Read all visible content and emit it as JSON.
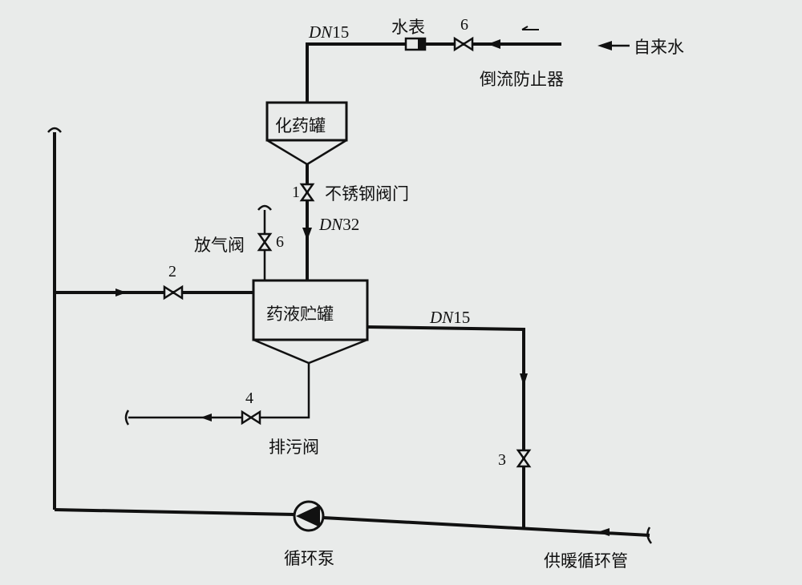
{
  "labels": {
    "tap_water": "自来水",
    "backflow_preventer": "倒流防止器",
    "water_meter": "水表",
    "chem_tank": "化药罐",
    "stainless_valve": "不锈钢阀门",
    "vent_valve": "放气阀",
    "storage_tank": "药液贮罐",
    "drain_valve": "排污阀",
    "pump": "循环泵",
    "heating_pipe": "供暖循环管"
  },
  "pipe_sizes": {
    "top": {
      "prefix": "DN",
      "size": "15"
    },
    "chem_outlet": {
      "prefix": "DN",
      "size": "32"
    },
    "storage_outlet": {
      "prefix": "DN",
      "size": "15"
    }
  },
  "valve_numbers": {
    "v1": "1",
    "v2": "2",
    "v3": "3",
    "v4": "4",
    "v6_top": "6",
    "v6_vent": "6"
  }
}
